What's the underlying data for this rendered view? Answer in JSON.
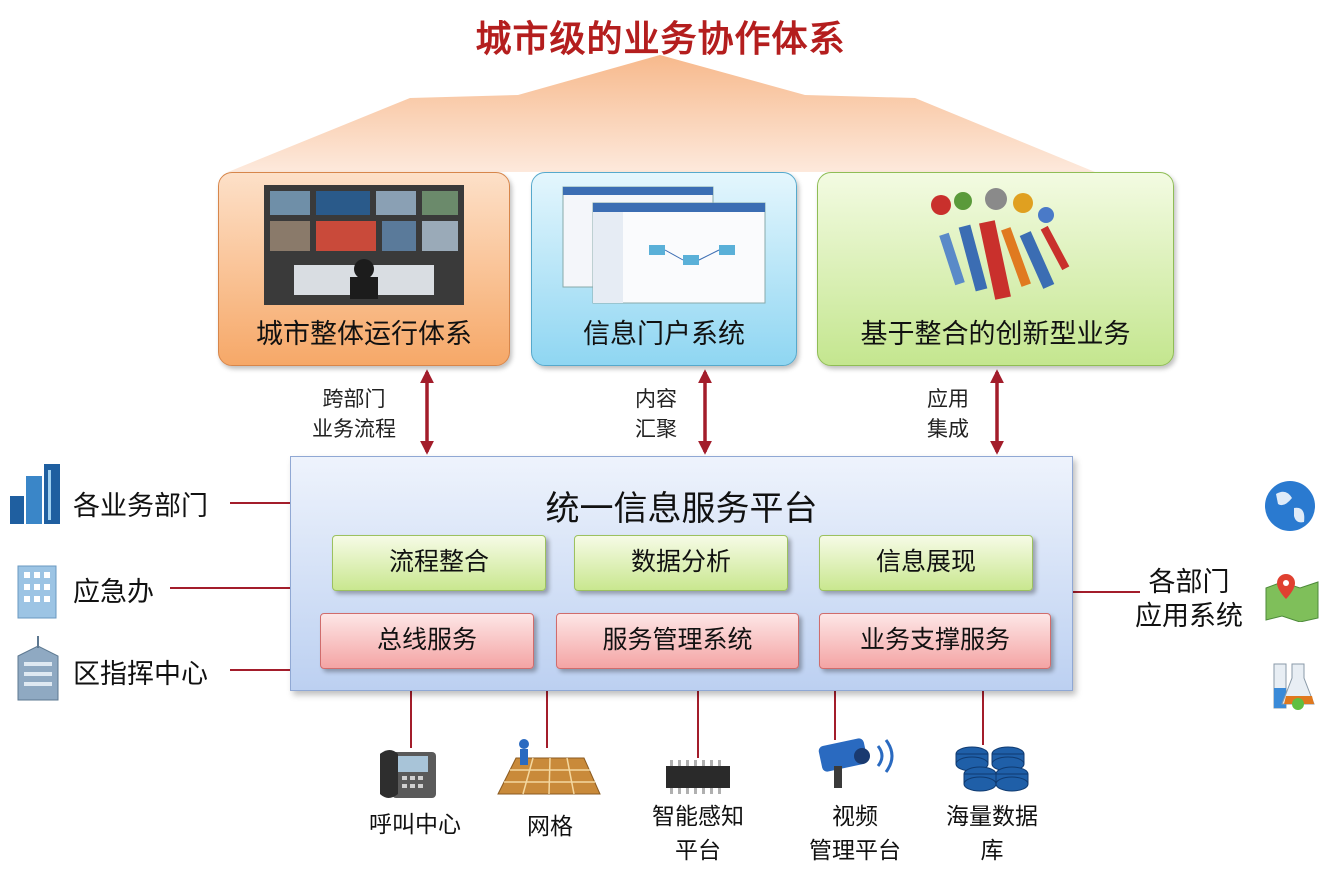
{
  "title": "城市级的业务协作体系",
  "top_boxes": [
    {
      "label": "城市整体运行体系"
    },
    {
      "label": "信息门户系统"
    },
    {
      "label": "基于整合的创新型业务"
    }
  ],
  "arrow_labels": [
    {
      "line1": "跨部门",
      "line2": "业务流程"
    },
    {
      "line1": "内容",
      "line2": "汇聚"
    },
    {
      "line1": "应用",
      "line2": "集成"
    }
  ],
  "platform": {
    "title": "统一信息服务平台",
    "modules_top": [
      "流程整合",
      "数据分析",
      "信息展现"
    ],
    "modules_bottom": [
      "总线服务",
      "服务管理系统",
      "业务支撑服务"
    ]
  },
  "left_items": [
    {
      "label": "各业务部门",
      "icon": "buildings-icon"
    },
    {
      "label": "应急办",
      "icon": "office-building-icon"
    },
    {
      "label": "区指挥中心",
      "icon": "tower-building-icon"
    }
  ],
  "right": {
    "line1": "各部门",
    "line2": "应用系统",
    "icons": [
      "globe-icon",
      "map-pin-icon",
      "lab-flask-icon"
    ]
  },
  "bottom_items": [
    {
      "line1": "呼叫中心",
      "line2": "",
      "icon": "phone-icon"
    },
    {
      "line1": "网格",
      "line2": "",
      "icon": "grid-person-icon"
    },
    {
      "line1": "智能感知",
      "line2": "平台",
      "icon": "chip-icon"
    },
    {
      "line1": "视频",
      "line2": "管理平台",
      "icon": "camera-icon"
    },
    {
      "line1": "海量数据",
      "line2": "库",
      "icon": "database-icon"
    }
  ],
  "colors": {
    "title": "#b41e1e",
    "connector": "#a31d2b",
    "orange_box": "#f6a868",
    "blue_box": "#8fd6f2",
    "green_box": "#c4e68f",
    "platform": "#bcd0f1"
  }
}
